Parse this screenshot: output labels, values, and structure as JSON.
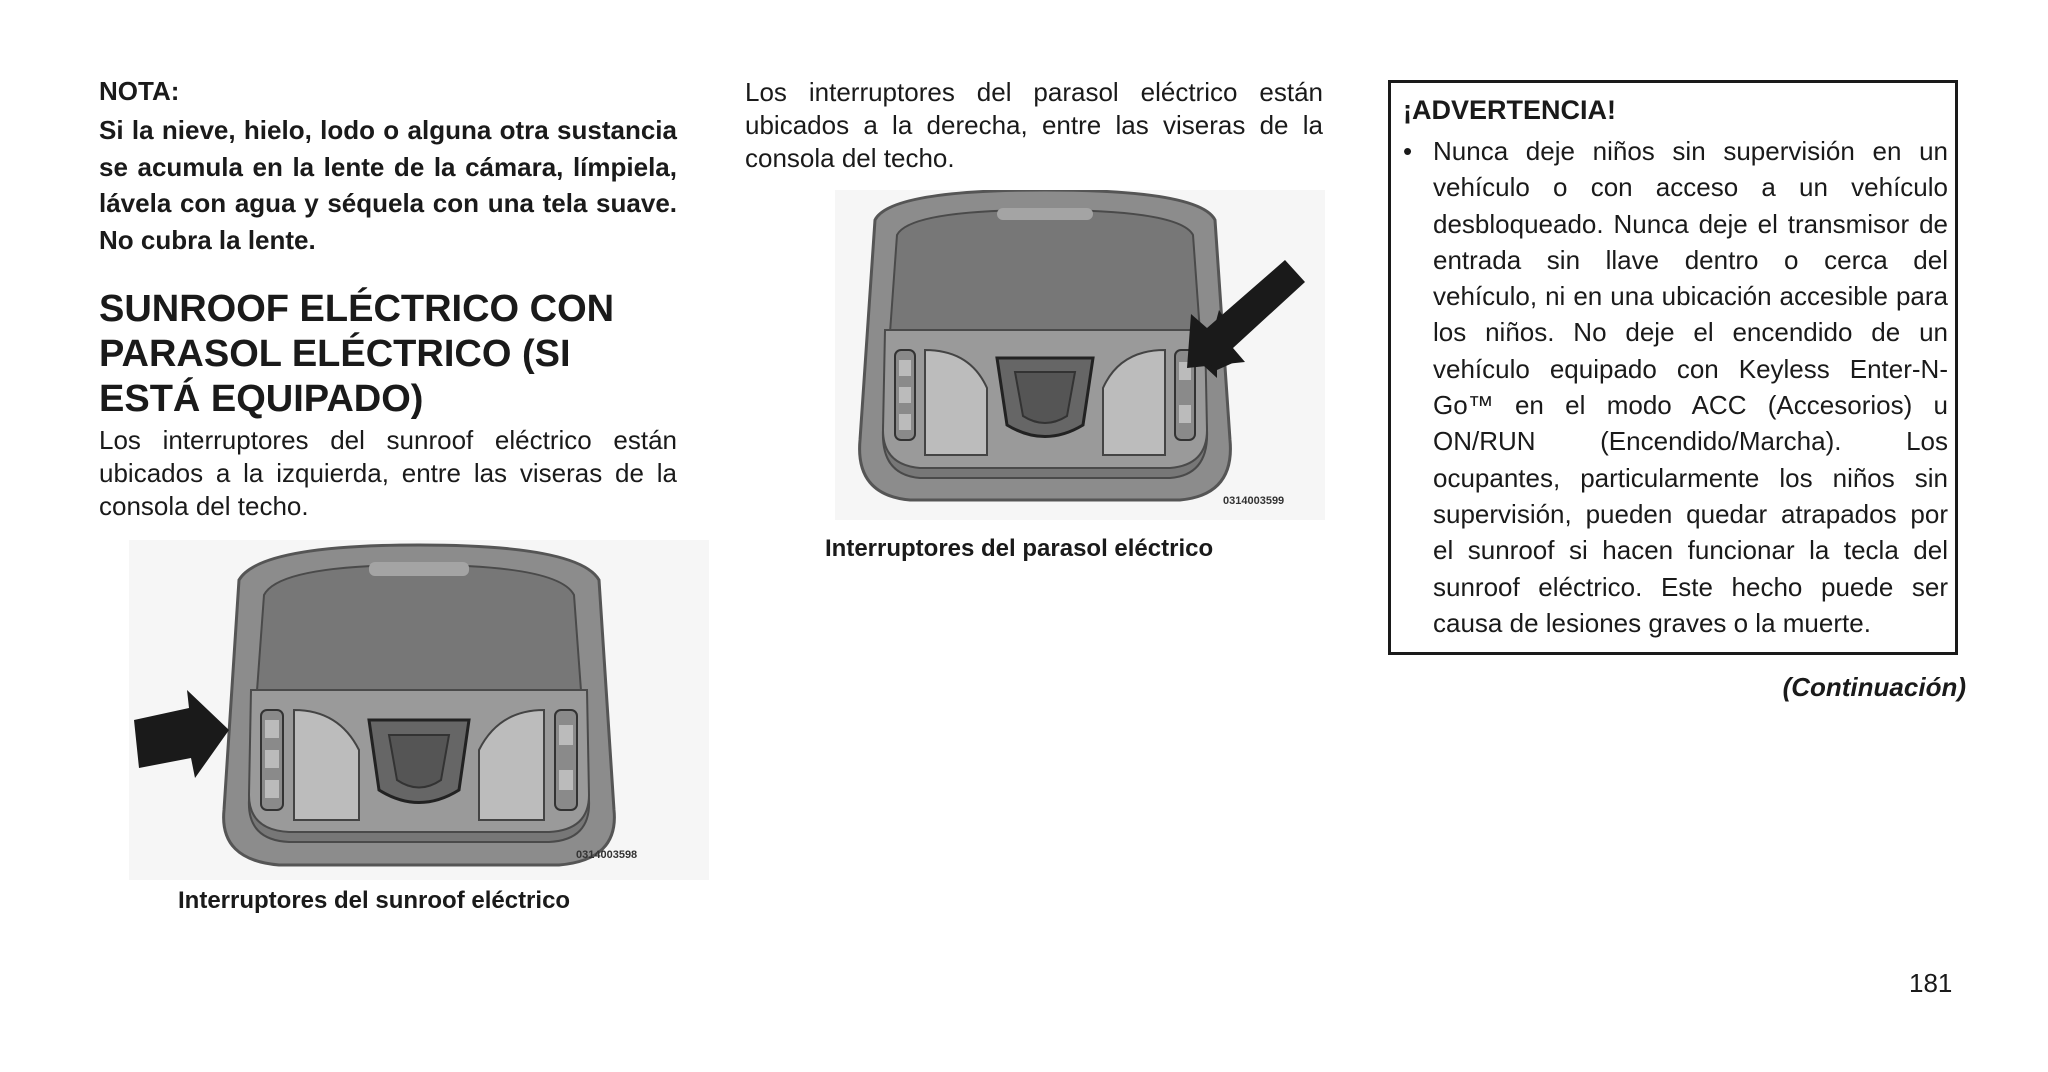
{
  "note": {
    "label": "NOTA:",
    "text": "Si la nieve, hielo, lodo o alguna otra sustancia se acumula en la lente de la cámara, límpiela, lávela con agua y séquela con una tela suave. No cubra la lente."
  },
  "section": {
    "heading": "SUNROOF ELÉCTRICO CON PARASOL ELÉCTRICO (SI ESTÁ EQUIPADO)",
    "intro": "Los interruptores del sunroof eléctrico están ubicados a la izquierda, entre las viseras de la consola del techo."
  },
  "figure1": {
    "code": "0314003598",
    "caption": "Interruptores del sunroof eléctrico"
  },
  "column2": {
    "text": "Los interruptores del parasol eléctrico están ubicados a la derecha, entre las viseras de la consola del techo."
  },
  "figure2": {
    "code": "0314003599",
    "caption": "Interruptores del parasol eléctrico"
  },
  "warning": {
    "title": "¡ADVERTENCIA!",
    "bullet": "•",
    "text": "Nunca deje niños sin supervisión en un vehículo o con acceso a un vehículo desbloqueado. Nunca deje el transmisor de entrada sin llave dentro o cerca del vehículo, ni en una ubicación accesible para los niños. No deje el encendido de un vehículo equipado con Keyless Enter-N-Go™ en el modo ACC (Accesorios) u ON/RUN (Encendido/Marcha). Los ocupantes, particularmente los niños sin supervisión, pueden quedar atrapados por el sunroof si hacen funcionar la tecla del sunroof eléctrico. Este hecho puede ser causa de lesiones graves o la muerte."
  },
  "continuation": "(Continuación)",
  "page_number": "181"
}
